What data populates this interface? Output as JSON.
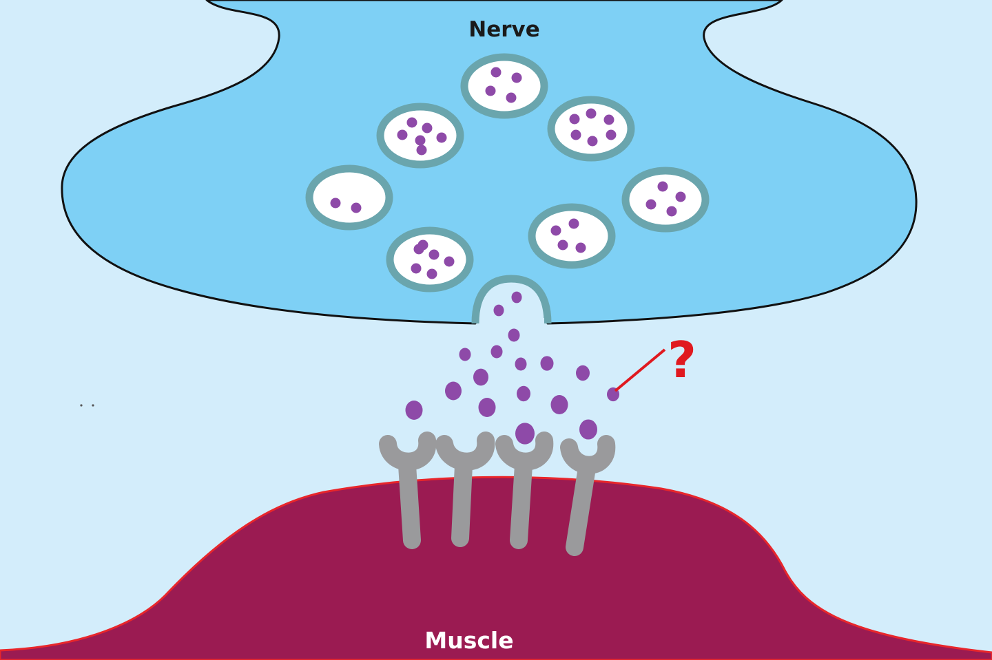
{
  "labels": {
    "nerve": "Nerve",
    "muscle": "Muscle",
    "question_mark": "?"
  },
  "colors": {
    "background": "#d3edfb",
    "nerve_fill": "#7ed0f5",
    "nerve_outline": "#111111",
    "vesicle_ring": "#6aa5ad",
    "vesicle_core": "#ffffff",
    "neurotransmitter": "#8e4aa8",
    "receptor": "#9a9a9c",
    "muscle_fill": "#9b1b52",
    "muscle_outline": "#e8262b",
    "question_mark": "#e0191f",
    "muscle_label": "#ffffff",
    "nerve_label": "#1a1a1a"
  },
  "counts": {
    "vesicles_in_terminal": 7,
    "receptors": 4
  }
}
